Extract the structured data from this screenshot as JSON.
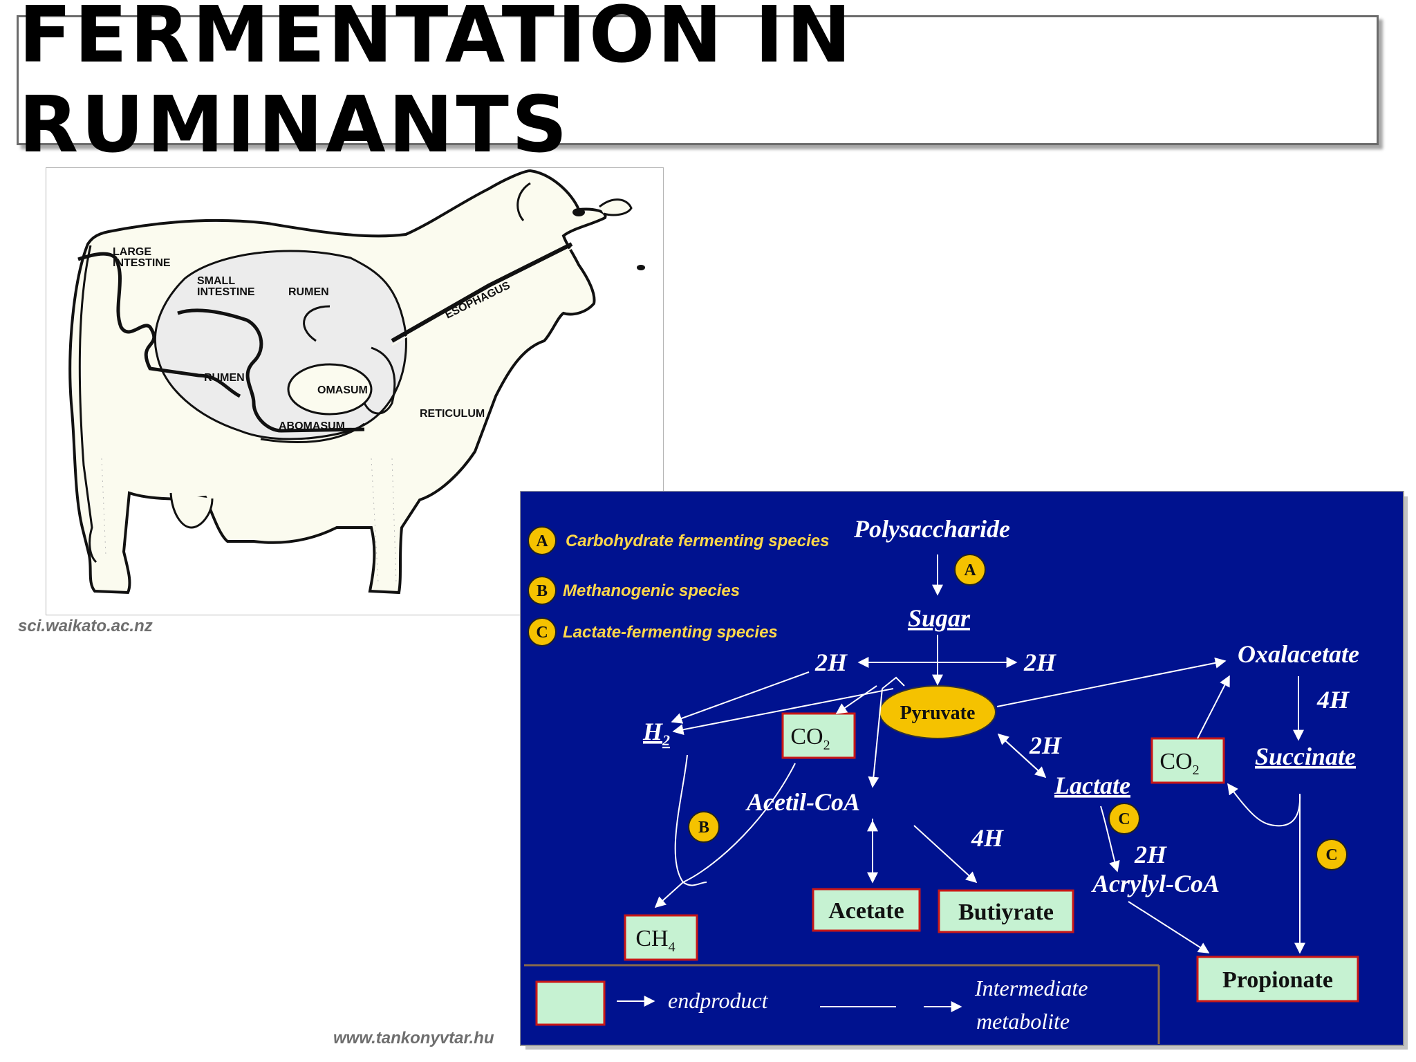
{
  "title": "FERMENTATION IN RUMINANTS",
  "cow": {
    "labels": {
      "large_intestine_1": "LARGE",
      "large_intestine_2": "INTESTINE",
      "small_intestine_1": "SMALL",
      "small_intestine_2": "INTESTINE",
      "rumen_top": "RUMEN",
      "rumen_left": "RUMEN",
      "esophagus": "ESOPHAGUS",
      "omasum": "OMASUM",
      "reticulum": "RETICULUM",
      "abomasum": "ABOMASUM"
    },
    "credit": "sci.waikato.ac.nz"
  },
  "pathway": {
    "legend": [
      {
        "badge": "A",
        "text": "Carbohydrate fermenting species"
      },
      {
        "badge": "B",
        "text": "Methanogenic species"
      },
      {
        "badge": "C",
        "text": "Lactate-fermenting species"
      }
    ],
    "nodes": {
      "polysaccharide": "Polysaccharide",
      "sugar": "Sugar",
      "two_h_left": "2H",
      "two_h_right": "2H",
      "pyruvate": "Pyruvate",
      "h2_main": "H",
      "h2_sub": "2",
      "co2_main": "CO",
      "co2_sub": "2",
      "acetil_coa": "Acetil-CoA",
      "four_h_mid": "4H",
      "two_h_lactate": "2H",
      "lactate": "Lactate",
      "two_h_acrylyl": "2H",
      "acrylyl_coa": "Acrylyl-CoA",
      "oxalacetate": "Oxalacetate",
      "four_h_right": "4H",
      "succinate": "Succinate",
      "co2b_main": "CO",
      "co2b_sub": "2",
      "ch4_main": "CH",
      "ch4_sub": "4",
      "acetate": "Acetate",
      "butiyrate": "Butiyrate",
      "propionate": "Propionate"
    },
    "badges": {
      "a": "A",
      "b": "B",
      "c1": "C",
      "c2": "C"
    },
    "key": {
      "endproduct": "endproduct",
      "intermediate_1": "Intermediate",
      "intermediate_2": "metabolite"
    },
    "colors": {
      "background": "#00128f",
      "badge": "#f5c200",
      "endproduct_fill": "#c6f2d2",
      "endproduct_border": "#c81818",
      "text": "#ffffff",
      "legend_text": "#ffd84a"
    },
    "credit": "www.tankonyvtar.hu"
  }
}
